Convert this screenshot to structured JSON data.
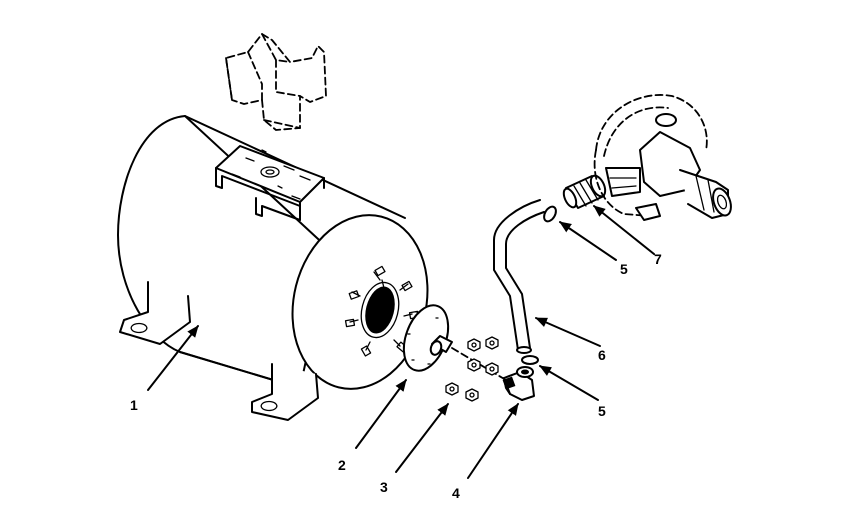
{
  "diagram": {
    "callouts": [
      {
        "id": "c1",
        "label": "1"
      },
      {
        "id": "c2",
        "label": "2"
      },
      {
        "id": "c3",
        "label": "3"
      },
      {
        "id": "c4",
        "label": "4"
      },
      {
        "id": "c5a",
        "label": "5"
      },
      {
        "id": "c5b",
        "label": "5"
      },
      {
        "id": "c6",
        "label": "6"
      },
      {
        "id": "c7",
        "label": "7"
      }
    ]
  }
}
